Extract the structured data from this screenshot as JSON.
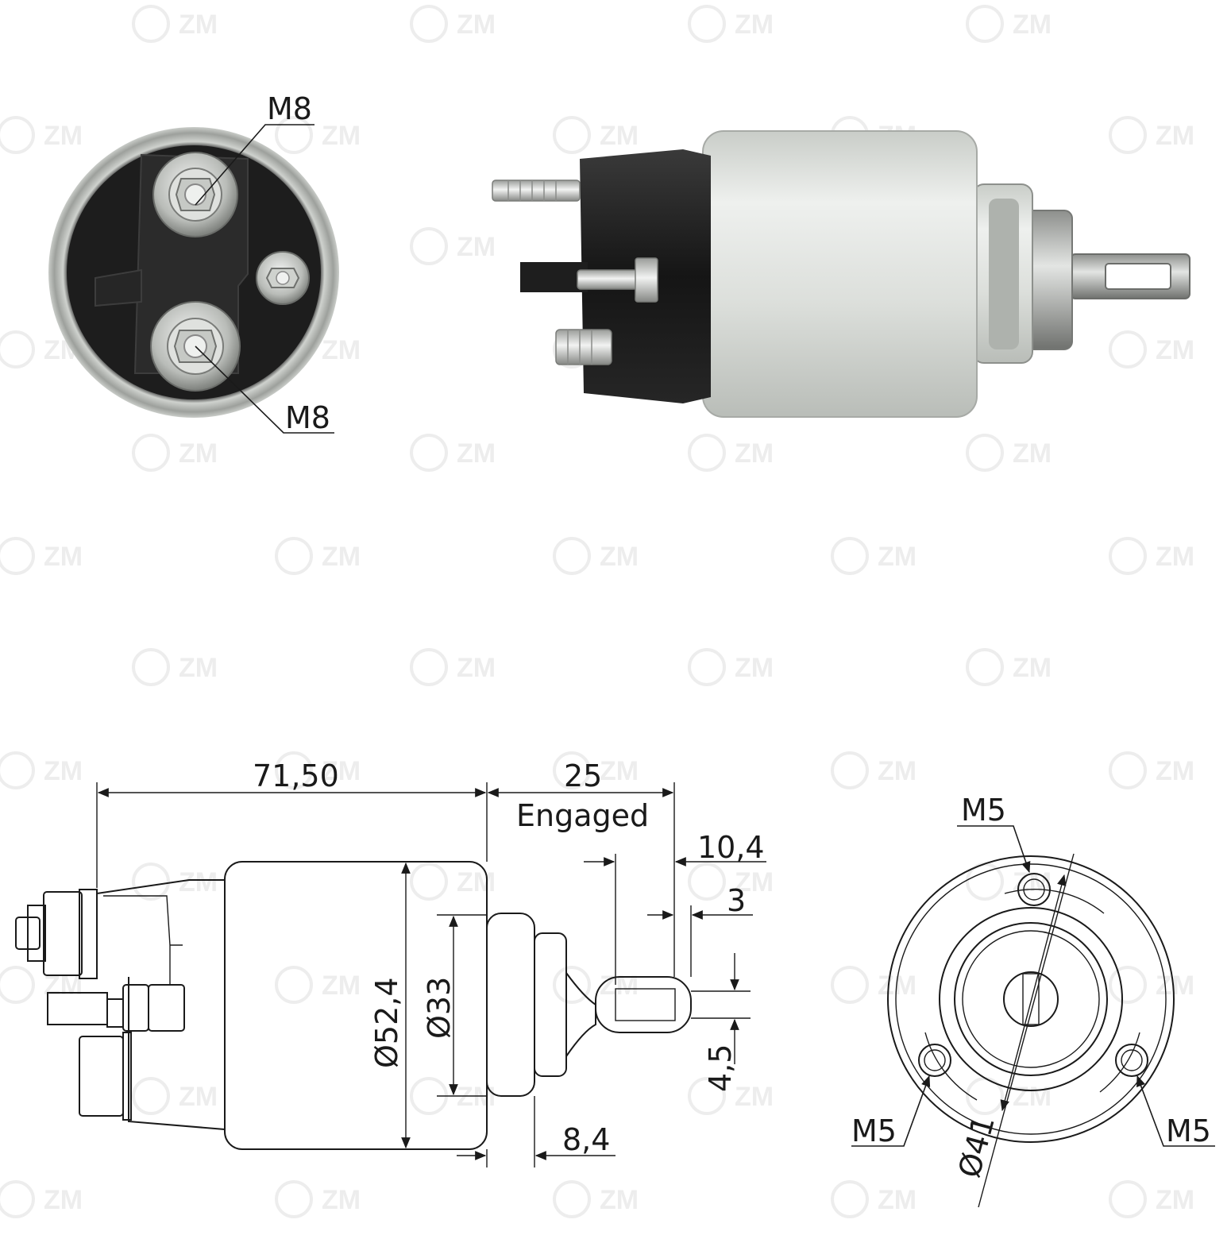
{
  "watermark": {
    "text": "ZM",
    "logo_text": "ZM"
  },
  "photos": {
    "end_view": {
      "labels": [
        "M8",
        "M8"
      ]
    },
    "side_view": {}
  },
  "drawing_side": {
    "length": "71,50",
    "stroke": "25",
    "stroke_note": "Engaged",
    "dim_10_4": "10,4",
    "dim_3": "3",
    "dim_4_5": "4,5",
    "dim_8_4": "8,4",
    "dia_body": "Ø52,4",
    "dia_nose": "Ø33"
  },
  "drawing_end": {
    "labels": [
      "M5",
      "M5",
      "M5"
    ],
    "pcd": "Ø41"
  },
  "colors": {
    "line": "#1a1a1a",
    "body_silver": "#d9ddd8",
    "cap_black": "#1c1c1c",
    "watermark": "#ededed"
  }
}
